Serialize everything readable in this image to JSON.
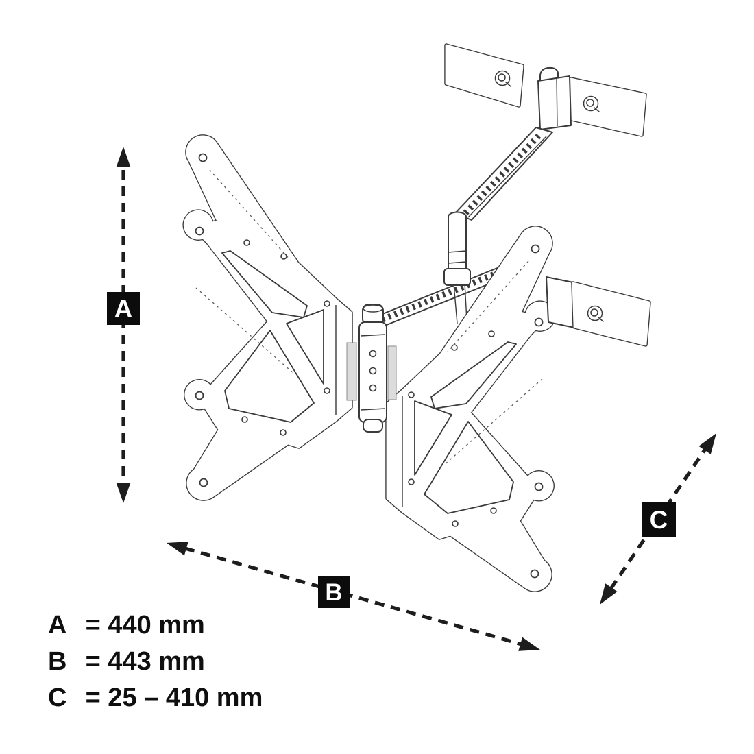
{
  "diagram": {
    "kind": "technical-dimension-drawing",
    "subject": "Articulating TV wall-mount bracket with butterfly VESA plates",
    "colors": {
      "background": "#ffffff",
      "line": "#3a3a3a",
      "dimension_line": "#1d1d1d",
      "label_bg": "#0c0c0c",
      "label_text": "#ffffff"
    },
    "dimension_labels": {
      "a": "A",
      "b": "B",
      "c": "C"
    },
    "legend": {
      "rows": [
        {
          "letter": "A",
          "rest": "= 440 mm"
        },
        {
          "letter": "B",
          "rest": "= 443 mm"
        },
        {
          "letter": "C",
          "rest": "= 25 – 410 mm"
        }
      ]
    }
  }
}
